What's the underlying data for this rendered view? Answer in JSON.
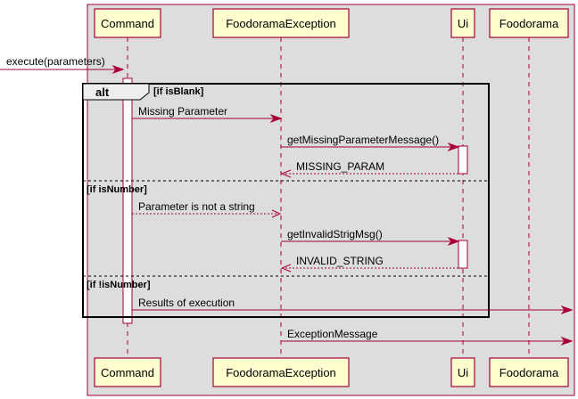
{
  "participants": {
    "command": "Command",
    "exception": "FoodoramaException",
    "ui": "Ui",
    "foodorama": "Foodorama"
  },
  "fragment": {
    "operator": "alt",
    "guard1": "[if isBlank]",
    "guard2": "[if isNumber]",
    "guard3": "[if !isNumber]"
  },
  "messages": {
    "execute": "execute(parameters)",
    "missing_parameter": "Missing Parameter",
    "get_missing_msg": "getMissingParameterMessage()",
    "missing_param": "MISSING_PARAM",
    "not_a_string": "Parameter is not a string",
    "get_invalid_msg": "getInvalidStrigMsg()",
    "invalid_string": "INVALID_STRING",
    "results": "Results of execution",
    "exception_message": "ExceptionMessage"
  },
  "colors": {
    "boundary_background": "#DDDDDD",
    "participant_fill": "#FEFECE",
    "line": "#A80036"
  }
}
